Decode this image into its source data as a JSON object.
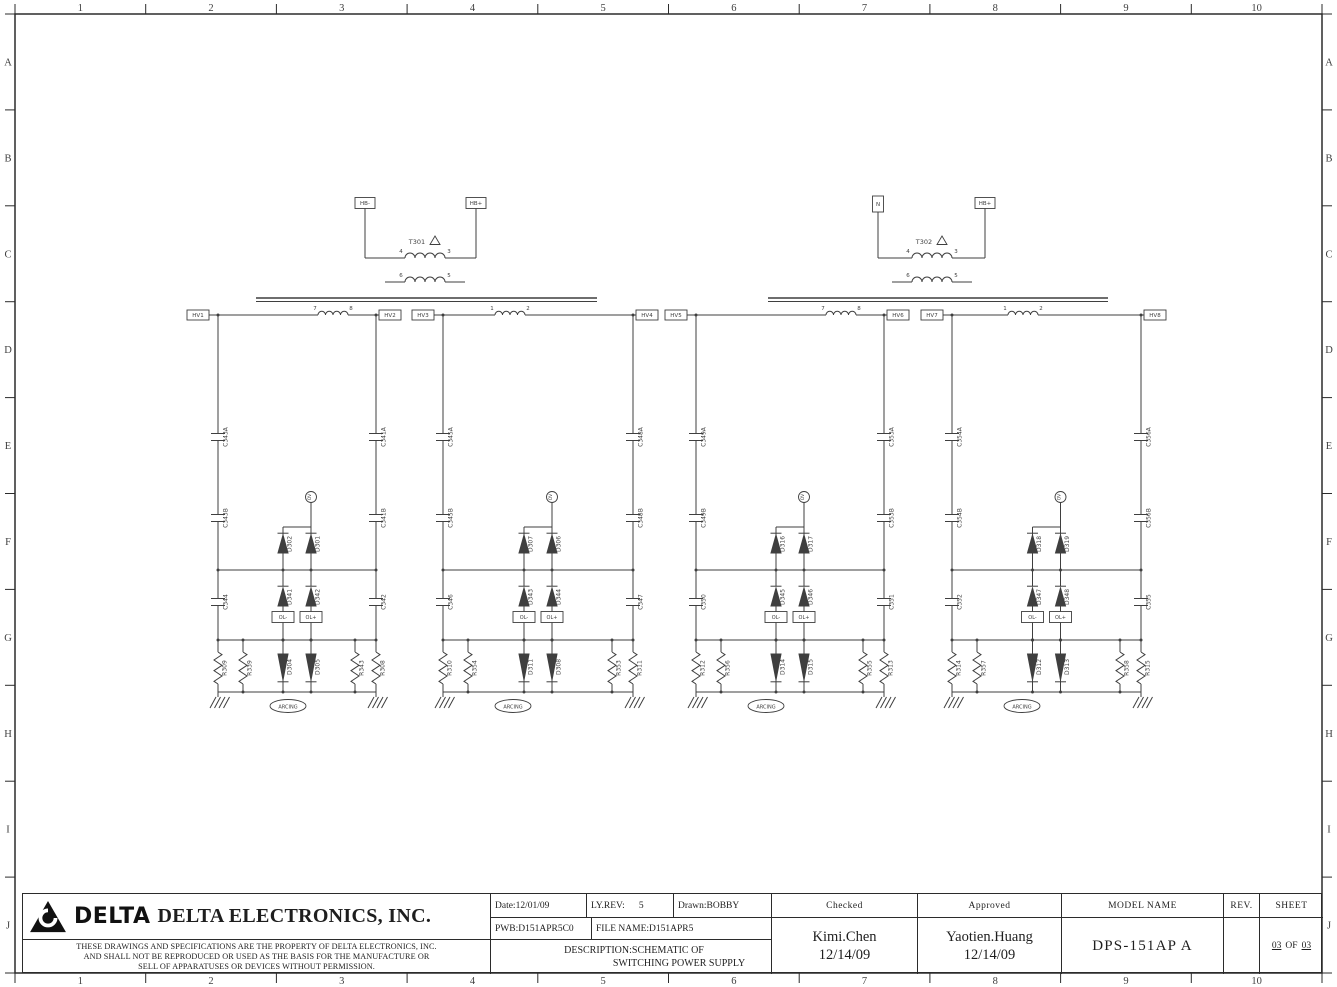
{
  "page": {
    "bg": "#ffffff",
    "ink": "#3f3f3f",
    "frame_color": "#2b2b2b"
  },
  "frame": {
    "cols": [
      "1",
      "2",
      "3",
      "4",
      "5",
      "6",
      "7",
      "8",
      "9",
      "10"
    ],
    "rows": [
      "A",
      "B",
      "C",
      "D",
      "E",
      "F",
      "G",
      "H",
      "I",
      "J"
    ]
  },
  "transformers": [
    {
      "name": "T301",
      "left_term": "HB-",
      "right_term": "HB+",
      "pri_pins": [
        "4",
        "3"
      ],
      "sec_pins": [
        "6",
        "5"
      ]
    },
    {
      "name": "T302",
      "left_term": "N",
      "right_term": "HB+",
      "pri_pins": [
        "4",
        "3"
      ],
      "sec_pins": [
        "6",
        "5"
      ]
    }
  ],
  "blocks": [
    {
      "hv_left": "HV1",
      "hv_right": "HV2",
      "coil_pins": [
        "7",
        "8"
      ],
      "left_caps": [
        "C343A",
        "C343B",
        "C344"
      ],
      "right_caps": [
        "C341A",
        "C341B",
        "C342"
      ],
      "top_diodes": [
        "D302",
        "D301"
      ],
      "mid_diodes": [
        "D341",
        "D342"
      ],
      "ov": "OV",
      "ol": [
        "OL-",
        "OL+"
      ],
      "arcing": "ARCING",
      "bottom": [
        {
          "type": "res",
          "label": "R309"
        },
        {
          "type": "res",
          "label": "R339"
        },
        {
          "type": "diode",
          "label": "D304"
        },
        {
          "type": "diode",
          "label": "D305"
        },
        {
          "type": "res",
          "label": "R343"
        },
        {
          "type": "res",
          "label": "R308"
        }
      ]
    },
    {
      "hv_left": "HV3",
      "hv_right": "HV4",
      "coil_pins": [
        "1",
        "2"
      ],
      "left_caps": [
        "C345A",
        "C345B",
        "C346"
      ],
      "right_caps": [
        "C348A",
        "C348B",
        "C347"
      ],
      "top_diodes": [
        "D307",
        "D306"
      ],
      "mid_diodes": [
        "D343",
        "D344"
      ],
      "ov": "OV",
      "ol": [
        "OL-",
        "OL+"
      ],
      "arcing": "ARCING",
      "bottom": [
        {
          "type": "res",
          "label": "R310"
        },
        {
          "type": "res",
          "label": "R354"
        },
        {
          "type": "diode",
          "label": "D311"
        },
        {
          "type": "diode",
          "label": "D308"
        },
        {
          "type": "res",
          "label": "R353"
        },
        {
          "type": "res",
          "label": "R311"
        }
      ]
    },
    {
      "hv_left": "HV5",
      "hv_right": "HV6",
      "coil_pins": [
        "7",
        "8"
      ],
      "left_caps": [
        "C349A",
        "C349B",
        "C350"
      ],
      "right_caps": [
        "C353A",
        "C353B",
        "C351"
      ],
      "top_diodes": [
        "D316",
        "D317"
      ],
      "mid_diodes": [
        "D345",
        "D346"
      ],
      "ov": "OV",
      "ol": [
        "OL-",
        "OL+"
      ],
      "arcing": "ARCING",
      "bottom": [
        {
          "type": "res",
          "label": "R312"
        },
        {
          "type": "res",
          "label": "R356"
        },
        {
          "type": "diode",
          "label": "D314"
        },
        {
          "type": "diode",
          "label": "D315"
        },
        {
          "type": "res",
          "label": "R355"
        },
        {
          "type": "res",
          "label": "R313"
        }
      ]
    },
    {
      "hv_left": "HV7",
      "hv_right": "HV8",
      "coil_pins": [
        "1",
        "2"
      ],
      "left_caps": [
        "C354A",
        "C354B",
        "C352"
      ],
      "right_caps": [
        "C356A",
        "C356B",
        "C355"
      ],
      "top_diodes": [
        "D318",
        "D319"
      ],
      "mid_diodes": [
        "D347",
        "D348"
      ],
      "ov": "OV",
      "ol": [
        "OL-",
        "OL+"
      ],
      "arcing": "ARCING",
      "bottom": [
        {
          "type": "res",
          "label": "R314"
        },
        {
          "type": "res",
          "label": "R357"
        },
        {
          "type": "diode",
          "label": "D312"
        },
        {
          "type": "diode",
          "label": "D313"
        },
        {
          "type": "res",
          "label": "R358"
        },
        {
          "type": "res",
          "label": "R315"
        }
      ]
    }
  ],
  "title_block": {
    "logo_text": "DELTA",
    "company": "DELTA ELECTRONICS, INC.",
    "disclaimer_lines": [
      "THESE DRAWINGS AND SPECIFICATIONS ARE THE PROPERTY OF DELTA ELECTRONICS, INC.",
      "AND SHALL NOT BE REPRODUCED OR USED AS THE BASIS FOR THE MANUFACTURE OR",
      "SELL OF APPARATUSES OR DEVICES WITHOUT PERMISSION."
    ],
    "date_label": "Date:",
    "date": "12/01/09",
    "ly_rev_label": "LY.REV:",
    "ly_rev": "5",
    "drawn_label": "Drawn:",
    "drawn": "BOBBY",
    "pwb_label": "PWB:",
    "pwb": "D151APR5C0",
    "file_label": "FILE NAME:",
    "file": "D151APR5",
    "desc_label": "DESCRIPTION:",
    "desc_line1": "SCHEMATIC OF",
    "desc_line2": "SWITCHING POWER SUPPLY",
    "checked_label": "Checked",
    "checked_name": "Kimi.Chen",
    "checked_date": "12/14/09",
    "approved_label": "Approved",
    "approved_name": "Yaotien.Huang",
    "approved_date": "12/14/09",
    "model_label": "MODEL NAME",
    "model": "DPS-151AP A",
    "rev_label": "REV.",
    "sheet_label": "SHEET",
    "sheet_value": "03",
    "sheet_of": "OF",
    "sheet_total": "03"
  }
}
